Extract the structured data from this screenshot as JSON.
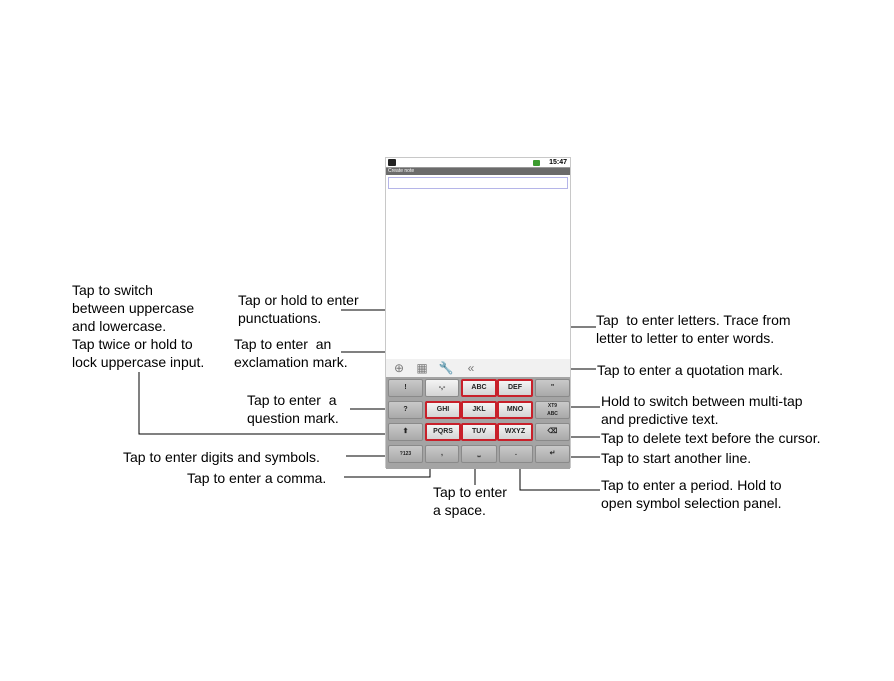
{
  "phone": {
    "status_time": "15:47",
    "title": "Create note",
    "battery_icon": "battery-icon",
    "notification_icon": "notification-icon"
  },
  "toolbar": {
    "icons": [
      "globe-settings-icon",
      "keyboard-layout-icon",
      "wrench-icon",
      "double-chevron-left-icon"
    ]
  },
  "keyboard": {
    "row1": {
      "exclaim": "!",
      "punct": "-,-",
      "abc": "ABC",
      "def": "DEF",
      "quote": "\""
    },
    "row2": {
      "question": "?",
      "ghi": "GHI",
      "jkl": "JKL",
      "mno": "MNO",
      "xt9": "XT9\nABC"
    },
    "row3": {
      "shift": "⬆",
      "pqrs": "PQRS",
      "tuv": "TUV",
      "wxyz": "WXYZ",
      "delete": "⌫"
    },
    "row4": {
      "sym": "?123",
      "comma": ",",
      "space": "⎵",
      "period": ".",
      "enter": "↵"
    },
    "highlight_color": "#c8202a"
  },
  "callouts": {
    "switch_case": "Tap to switch\nbetween uppercase\nand lowercase.\nTap twice or hold to\nlock uppercase input.",
    "punctuations": "Tap or hold to enter\npunctuations.",
    "exclamation": "Tap to enter  an\nexclamation mark.",
    "question": "Tap to enter  a\nquestion mark.",
    "digits_symbols": "Tap to enter digits and symbols.",
    "comma": "Tap to enter a comma.",
    "space": "Tap to enter\na space.",
    "letters": "Tap  to enter letters. Trace from\nletter to letter to enter words.",
    "quotation": "Tap to enter a quotation mark.",
    "multitap": "Hold to switch between multi-tap\nand predictive text.",
    "delete": "Tap to delete text before the cursor.",
    "newline": "Tap to start another line.",
    "period": "Tap to enter a period. Hold to\nopen symbol selection panel."
  }
}
